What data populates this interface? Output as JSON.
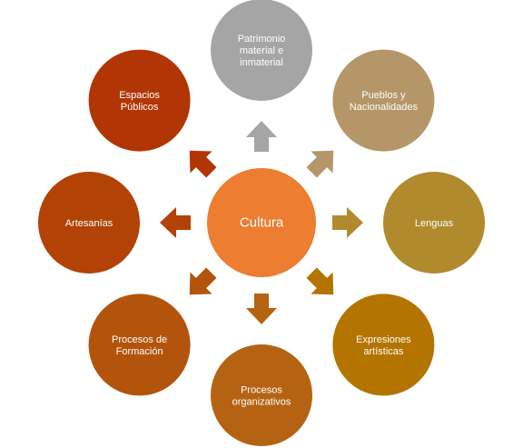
{
  "center": {
    "label": "Cultura",
    "color": "#ED7D31"
  },
  "nodes": [
    {
      "id": "patrimonio",
      "lines": [
        "Patrimonio",
        "material e",
        "inmaterial"
      ],
      "color": "#A5A5A5",
      "arrow_color": "#A5A5A5"
    },
    {
      "id": "pueblos",
      "lines": [
        "Pueblos y",
        "Nacionalidades"
      ],
      "color": "#B49668",
      "arrow_color": "#B49668"
    },
    {
      "id": "lenguas",
      "lines": [
        "Lenguas"
      ],
      "color": "#B08A2C",
      "arrow_color": "#B08A2C"
    },
    {
      "id": "expresiones",
      "lines": [
        "Expresiones",
        "artísticas"
      ],
      "color": "#B47400",
      "arrow_color": "#B47400"
    },
    {
      "id": "procesos-organizativos",
      "lines": [
        "Procesos",
        "organizativos"
      ],
      "color": "#B56313",
      "arrow_color": "#B56313"
    },
    {
      "id": "procesos-formacion",
      "lines": [
        "Procesos de",
        "Formación"
      ],
      "color": "#B3540D",
      "arrow_color": "#B3540D"
    },
    {
      "id": "artesanias",
      "lines": [
        "Artesanías"
      ],
      "color": "#B24206",
      "arrow_color": "#B24206"
    },
    {
      "id": "espacios-publicos",
      "lines": [
        "Espacios",
        "Públicos"
      ],
      "color": "#B23605",
      "arrow_color": "#B23605"
    }
  ]
}
